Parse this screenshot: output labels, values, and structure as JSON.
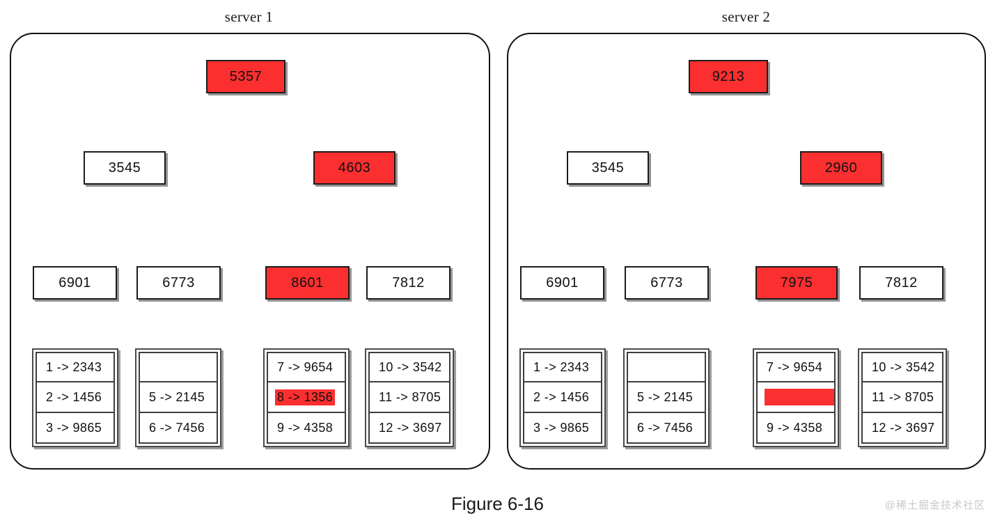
{
  "figure": {
    "caption": "Figure 6-16",
    "watermark": "@稀土掘金技术社区"
  },
  "colors": {
    "highlight_red": "#FB2F2F",
    "node_border": "#1c1c1c",
    "panel_border": "#111111",
    "background": "#ffffff"
  },
  "diagram": {
    "type": "merkle-tree-comparison",
    "panels": [
      {
        "id": "server-1",
        "title": "server 1",
        "root": {
          "label": "5357",
          "highlighted": true
        },
        "level2": [
          {
            "label": "3545",
            "highlighted": false
          },
          {
            "label": "4603",
            "highlighted": true
          }
        ],
        "level3": [
          {
            "label": "6901",
            "highlighted": false
          },
          {
            "label": "6773",
            "highlighted": false
          },
          {
            "label": "8601",
            "highlighted": true
          },
          {
            "label": "7812",
            "highlighted": false
          }
        ],
        "leaf_lists": [
          {
            "parent": "6901",
            "cells": [
              {
                "text": "1 -> 2343",
                "highlighted": false,
                "empty": false
              },
              {
                "text": "2 -> 1456",
                "highlighted": false,
                "empty": false
              },
              {
                "text": "3 -> 9865",
                "highlighted": false,
                "empty": false
              }
            ]
          },
          {
            "parent": "6773",
            "cells": [
              {
                "text": "",
                "highlighted": false,
                "empty": true
              },
              {
                "text": "5 -> 2145",
                "highlighted": false,
                "empty": false
              },
              {
                "text": "6 -> 7456",
                "highlighted": false,
                "empty": false
              }
            ]
          },
          {
            "parent": "8601",
            "cells": [
              {
                "text": "7 -> 9654",
                "highlighted": false,
                "empty": false
              },
              {
                "text": "8 -> 1356",
                "highlighted": true,
                "empty": false
              },
              {
                "text": "9 -> 4358",
                "highlighted": false,
                "empty": false
              }
            ]
          },
          {
            "parent": "7812",
            "cells": [
              {
                "text": "10 -> 3542",
                "highlighted": false,
                "empty": false
              },
              {
                "text": "11 -> 8705",
                "highlighted": false,
                "empty": false
              },
              {
                "text": "12 -> 3697",
                "highlighted": false,
                "empty": false
              }
            ]
          }
        ]
      },
      {
        "id": "server-2",
        "title": "server 2",
        "root": {
          "label": "9213",
          "highlighted": true
        },
        "level2": [
          {
            "label": "3545",
            "highlighted": false
          },
          {
            "label": "2960",
            "highlighted": true
          }
        ],
        "level3": [
          {
            "label": "6901",
            "highlighted": false
          },
          {
            "label": "6773",
            "highlighted": false
          },
          {
            "label": "7975",
            "highlighted": true
          },
          {
            "label": "7812",
            "highlighted": false
          }
        ],
        "leaf_lists": [
          {
            "parent": "6901",
            "cells": [
              {
                "text": "1 -> 2343",
                "highlighted": false,
                "empty": false
              },
              {
                "text": "2 -> 1456",
                "highlighted": false,
                "empty": false
              },
              {
                "text": "3 -> 9865",
                "highlighted": false,
                "empty": false
              }
            ]
          },
          {
            "parent": "6773",
            "cells": [
              {
                "text": "",
                "highlighted": false,
                "empty": true
              },
              {
                "text": "5 -> 2145",
                "highlighted": false,
                "empty": false
              },
              {
                "text": "6 -> 7456",
                "highlighted": false,
                "empty": false
              }
            ]
          },
          {
            "parent": "7975",
            "cells": [
              {
                "text": "7 -> 9654",
                "highlighted": false,
                "empty": false
              },
              {
                "text": "",
                "highlighted": false,
                "empty": true,
                "redbar": true
              },
              {
                "text": "9 -> 4358",
                "highlighted": false,
                "empty": false
              }
            ]
          },
          {
            "parent": "7812",
            "cells": [
              {
                "text": "10 -> 3542",
                "highlighted": false,
                "empty": false
              },
              {
                "text": "11 -> 8705",
                "highlighted": false,
                "empty": false
              },
              {
                "text": "12 -> 3697",
                "highlighted": false,
                "empty": false
              }
            ]
          }
        ]
      }
    ]
  }
}
